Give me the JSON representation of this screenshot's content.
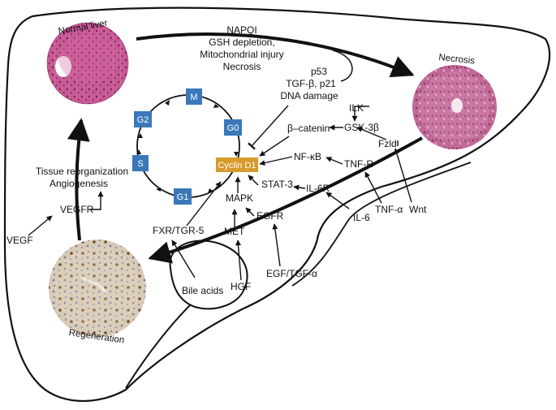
{
  "micrographs": {
    "normal_liver": "Normal liver",
    "necrosis": "Necrosis",
    "regeneration": "Regeneration"
  },
  "injury_text": [
    "NAPQI",
    "GSH depletion,",
    "Mitochondrial injury",
    "Necrosis"
  ],
  "inhibitors_text": [
    "p53",
    "TGF-β, p21",
    "DNA damage"
  ],
  "cell_cycle": {
    "phases": [
      "M",
      "G2",
      "G0",
      "S",
      "G1"
    ],
    "center": "Cyclin D1"
  },
  "pathway": {
    "ilk": "ILK",
    "gsk3b": "GSK-3β",
    "beta_catenin": "β–catenin",
    "fzld": "Fzld",
    "wnt": "Wnt",
    "nfkb": "NF-κB",
    "tnfr": "TNF-R",
    "tnfa": "TNF-α",
    "stat3": "STAT-3",
    "il6r": "IL-6R",
    "il6": "IL-6",
    "mapk": "MAPK",
    "egfr": "EGFR",
    "egf_tgfa": "EGF/TGF-α",
    "met": "MET",
    "hgf": "HGF",
    "fxr": "FXR/TGR-5",
    "bile_acids": "Bile acids"
  },
  "vascular": {
    "tissue": "Tissue reorganization",
    "angiogenesis": "Angiogenesis",
    "vegfr": "VEGFR",
    "vegf": "VEGF"
  },
  "colors": {
    "phase_box": "#3a78b9",
    "cyclin_box": "#d79a2b",
    "tissue_pink": "#c4548e",
    "necrosis_pink": "#b8558e",
    "regen_bg": "#d9cdb6"
  }
}
